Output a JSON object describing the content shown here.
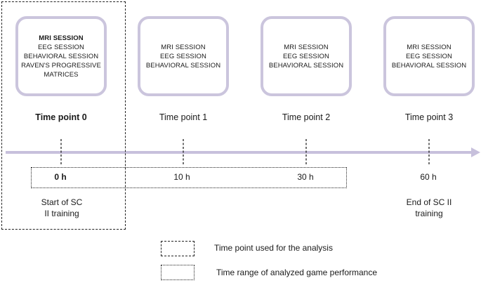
{
  "sessions": [
    {
      "lines": [
        "MRI SESSION",
        "EEG SESSION",
        "BEHAVIORAL SESSION",
        "RAVEN'S PROGRESSIVE",
        "MATRICES"
      ]
    },
    {
      "lines": [
        "MRI SESSION",
        "EEG SESSION",
        "BEHAVIORAL SESSION"
      ]
    },
    {
      "lines": [
        "MRI SESSION",
        "EEG SESSION",
        "BEHAVIORAL SESSION"
      ]
    },
    {
      "lines": [
        "MRI SESSION",
        "EEG SESSION",
        "BEHAVIORAL SESSION"
      ]
    }
  ],
  "time_points": [
    "Time point 0",
    "Time point 1",
    "Time point 2",
    "Time point 3"
  ],
  "hours": [
    "0 h",
    "10 h",
    "30 h",
    "60 h"
  ],
  "events": {
    "start": [
      "Start of SC",
      "II training"
    ],
    "end": [
      "End of SC II",
      "training"
    ]
  },
  "legend": {
    "dashed": "Time point used for the analysis",
    "dotted": "Time range of analyzed game performance"
  },
  "colors": {
    "arrow": "#c7c0dc",
    "box_border": "#cbc5dd",
    "frame": "#222222"
  }
}
